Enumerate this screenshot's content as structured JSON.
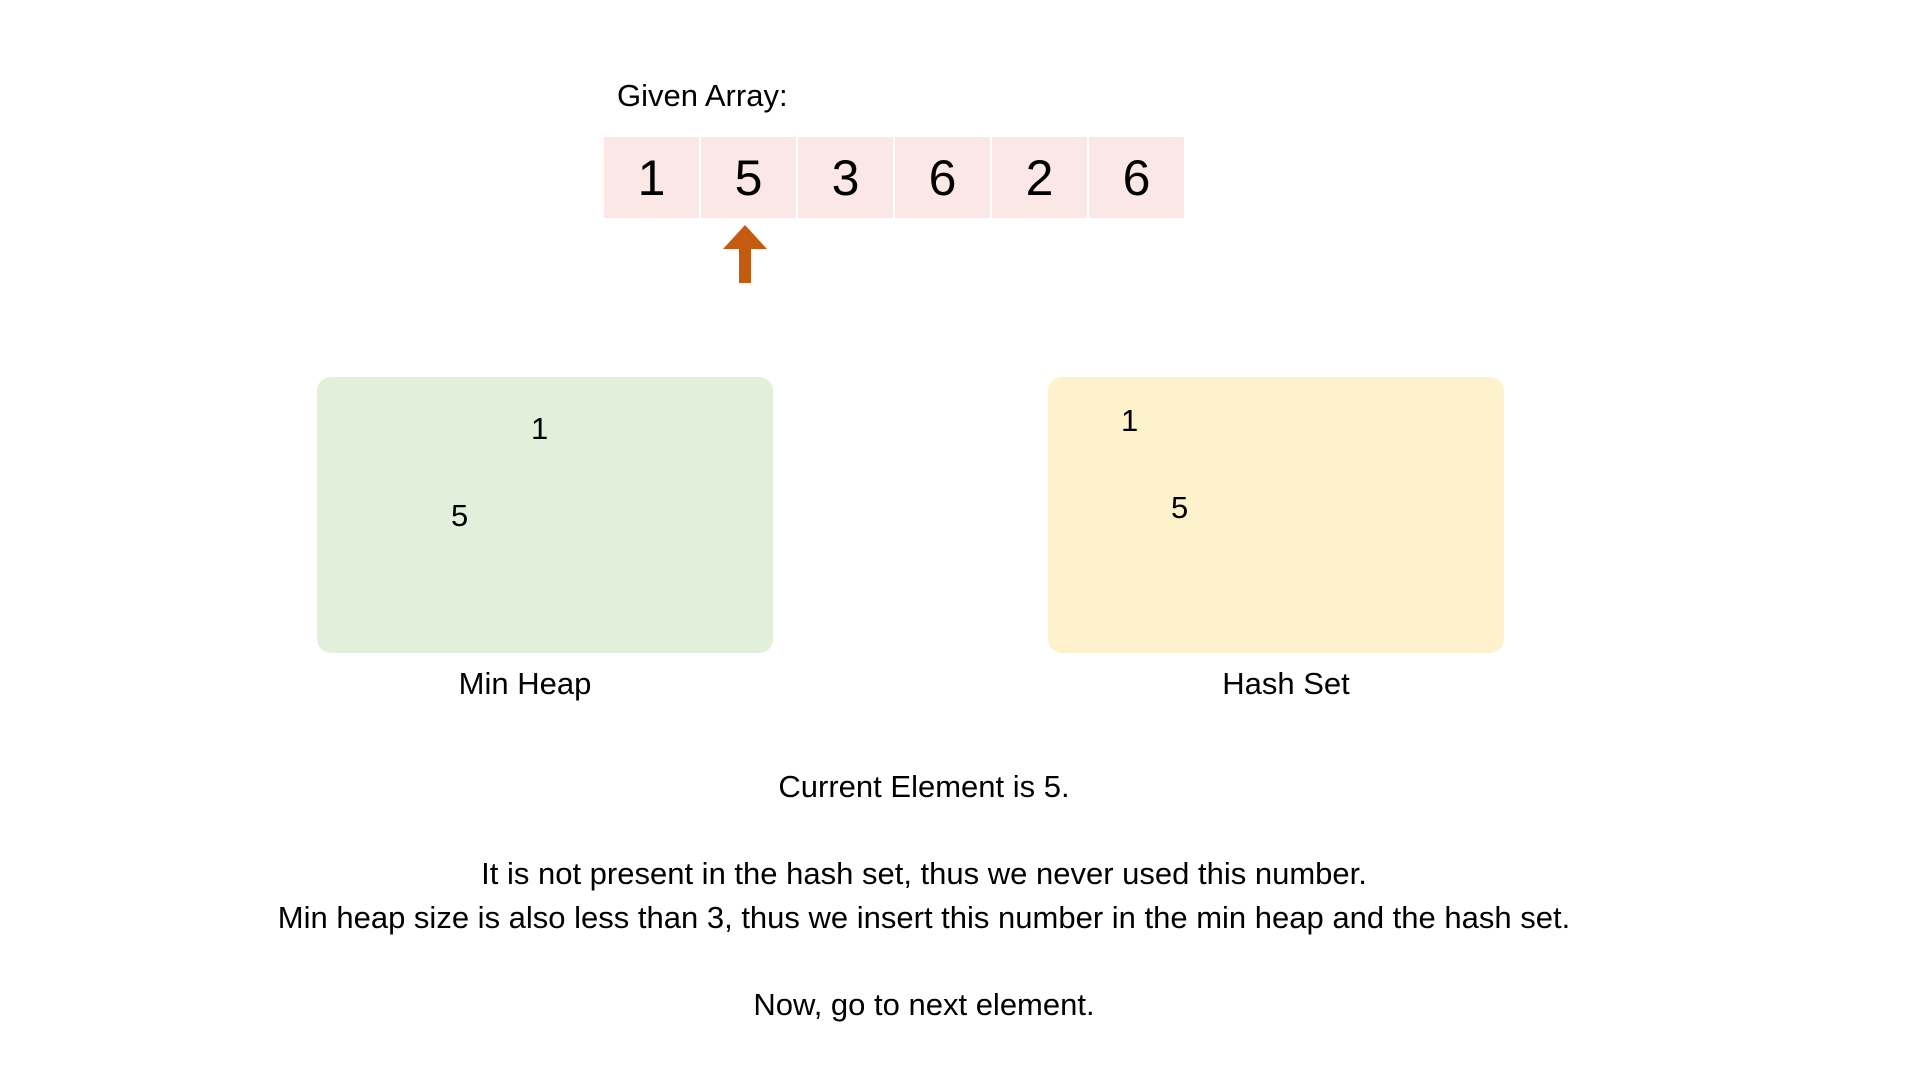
{
  "array": {
    "label": "Given Array:",
    "values": [
      "1",
      "5",
      "3",
      "6",
      "2",
      "6"
    ],
    "current_index": 1,
    "pointer_color": "#c55a11",
    "cell_color": "#fbe8e6"
  },
  "min_heap": {
    "caption": "Min Heap",
    "items": [
      "1",
      "5"
    ],
    "color": "#e2efda"
  },
  "hash_set": {
    "caption": "Hash Set",
    "items": [
      "1",
      "5"
    ],
    "color": "#fef2cc"
  },
  "explanation": {
    "current": "Current Element is 5.",
    "line1": "It is not present in the hash set, thus we never used this number.",
    "line2": "Min heap size is also less than 3, thus we insert this number in the min heap and the hash set.",
    "next": "Now, go to next element."
  }
}
